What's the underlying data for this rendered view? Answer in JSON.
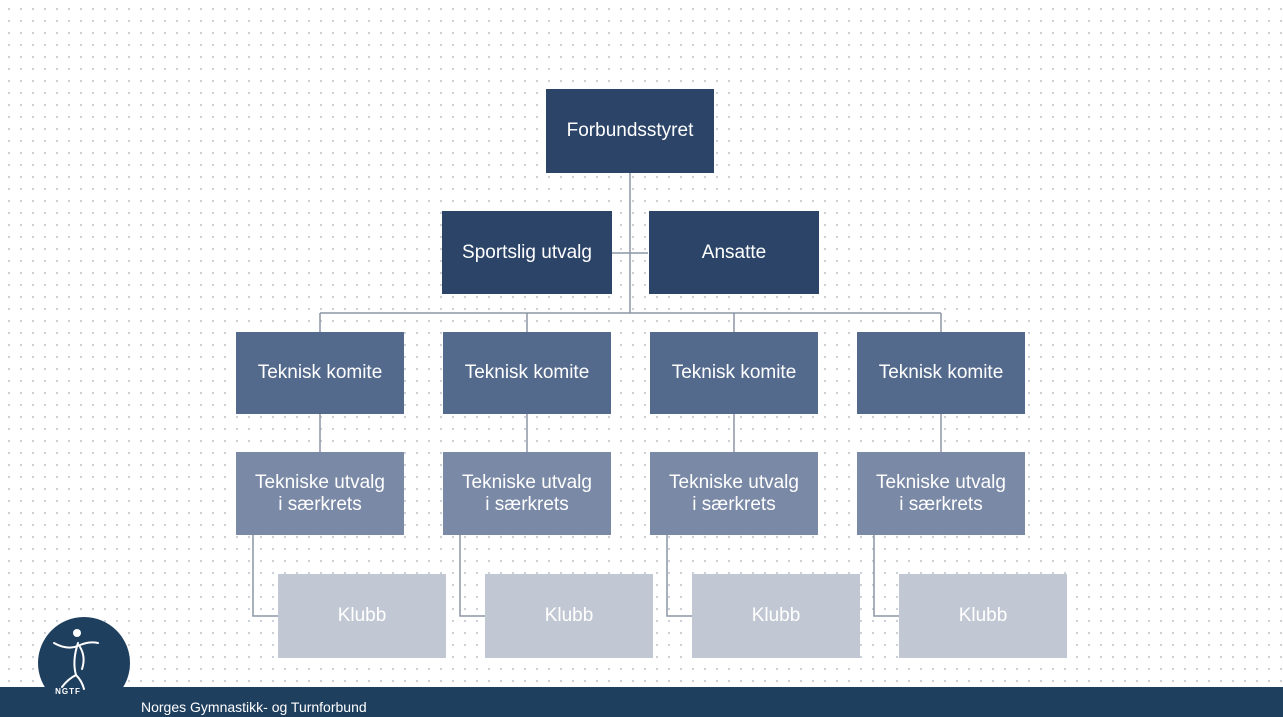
{
  "nodes": {
    "board": "Forbundsstyret",
    "sport_committee": "Sportslig utvalg",
    "staff": "Ansatte",
    "technical_committees": [
      {
        "label": "Teknisk komite"
      },
      {
        "label": "Teknisk komite"
      },
      {
        "label": "Teknisk komite"
      },
      {
        "label": "Teknisk komite"
      }
    ],
    "technical_subcommittees": [
      {
        "line1": "Tekniske utvalg",
        "line2": "i særkrets"
      },
      {
        "line1": "Tekniske utvalg",
        "line2": "i særkrets"
      },
      {
        "line1": "Tekniske utvalg",
        "line2": "i særkrets"
      },
      {
        "line1": "Tekniske utvalg",
        "line2": "i særkrets"
      }
    ],
    "clubs": [
      {
        "label": "Klubb"
      },
      {
        "label": "Klubb"
      },
      {
        "label": "Klubb"
      },
      {
        "label": "Klubb"
      }
    ]
  },
  "footer": {
    "organization": "Norges Gymnastikk- og Turnforbund",
    "logo_text": "NGTF"
  },
  "colors": {
    "level_top": "#2b4468",
    "level_committee": "#546a8d",
    "level_subcommittee": "#7a89a6",
    "level_club": "#c2c8d3",
    "footer_bar": "#1f3f5f",
    "connector": "#8c95a6"
  }
}
